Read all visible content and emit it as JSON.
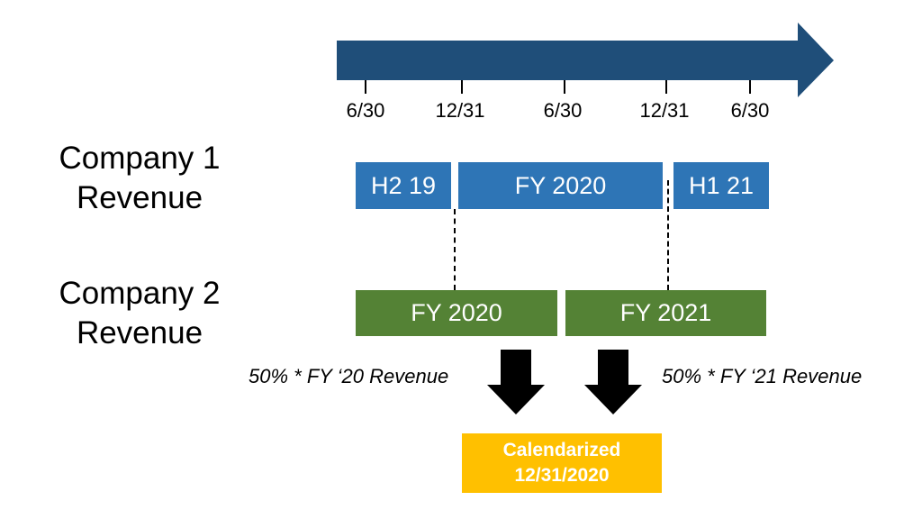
{
  "timeline": {
    "ticks": [
      "6/30",
      "12/31",
      "6/30",
      "12/31",
      "6/30"
    ],
    "color": "#1f4e79"
  },
  "company1": {
    "title_line1": "Company 1",
    "title_line2": "Revenue",
    "periods": [
      "H2 19",
      "FY 2020",
      "H1 21"
    ],
    "color": "#2e75b6"
  },
  "company2": {
    "title_line1": "Company 2",
    "title_line2": "Revenue",
    "periods": [
      "FY 2020",
      "FY 2021"
    ],
    "color": "#548235"
  },
  "notes": {
    "left": "50% * FY ‘20 Revenue",
    "right": "50% * FY ‘21 Revenue"
  },
  "result": {
    "line1": "Calendarized",
    "line2": "12/31/2020",
    "color": "#ffc000"
  }
}
